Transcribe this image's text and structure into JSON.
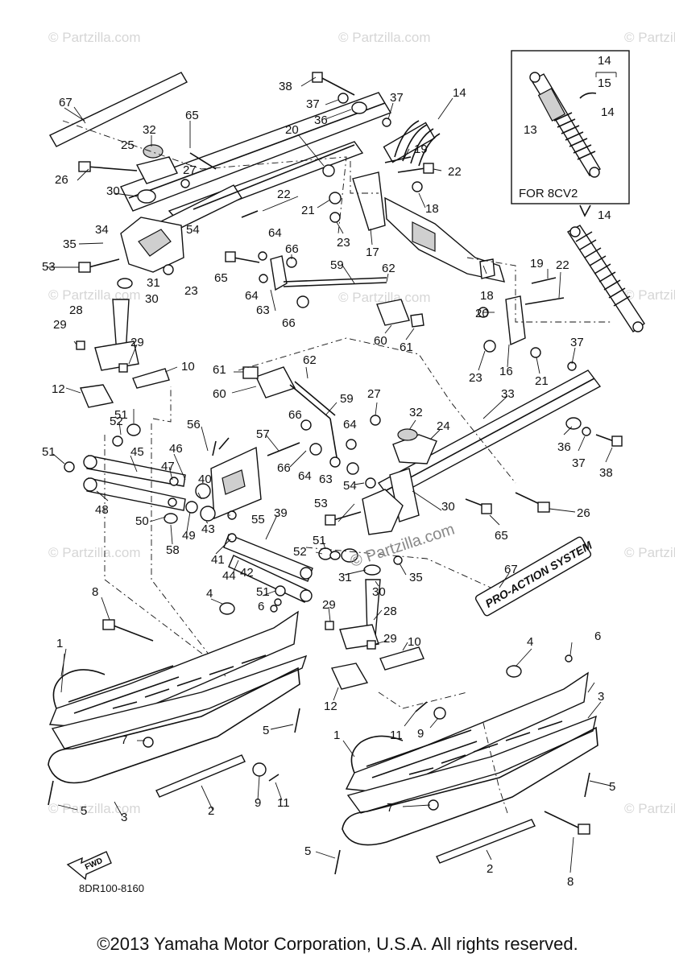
{
  "watermark": "© Partzilla.com",
  "center_watermark": "© Partzilla.com",
  "inset_label": "FOR 8CV2",
  "diagram_code": "8DR100-8160",
  "fwd_label": "FWD",
  "decal_text": "PRO-ACTION SYSTEM",
  "copyright": "©2013  Yamaha Motor Corporation, U.S.A. All rights reserved.",
  "callouts": [
    "1",
    "2",
    "3",
    "4",
    "5",
    "6",
    "7",
    "8",
    "9",
    "10",
    "11",
    "12",
    "13",
    "14",
    "15",
    "16",
    "17",
    "18",
    "19",
    "20",
    "21",
    "22",
    "23",
    "24",
    "25",
    "26",
    "27",
    "28",
    "29",
    "30",
    "31",
    "32",
    "33",
    "34",
    "35",
    "36",
    "37",
    "38",
    "39",
    "40",
    "41",
    "42",
    "43",
    "44",
    "45",
    "46",
    "47",
    "48",
    "49",
    "50",
    "51",
    "52",
    "53",
    "54",
    "55",
    "56",
    "57",
    "58",
    "59",
    "60",
    "61",
    "62",
    "63",
    "64",
    "65",
    "66",
    "67"
  ]
}
